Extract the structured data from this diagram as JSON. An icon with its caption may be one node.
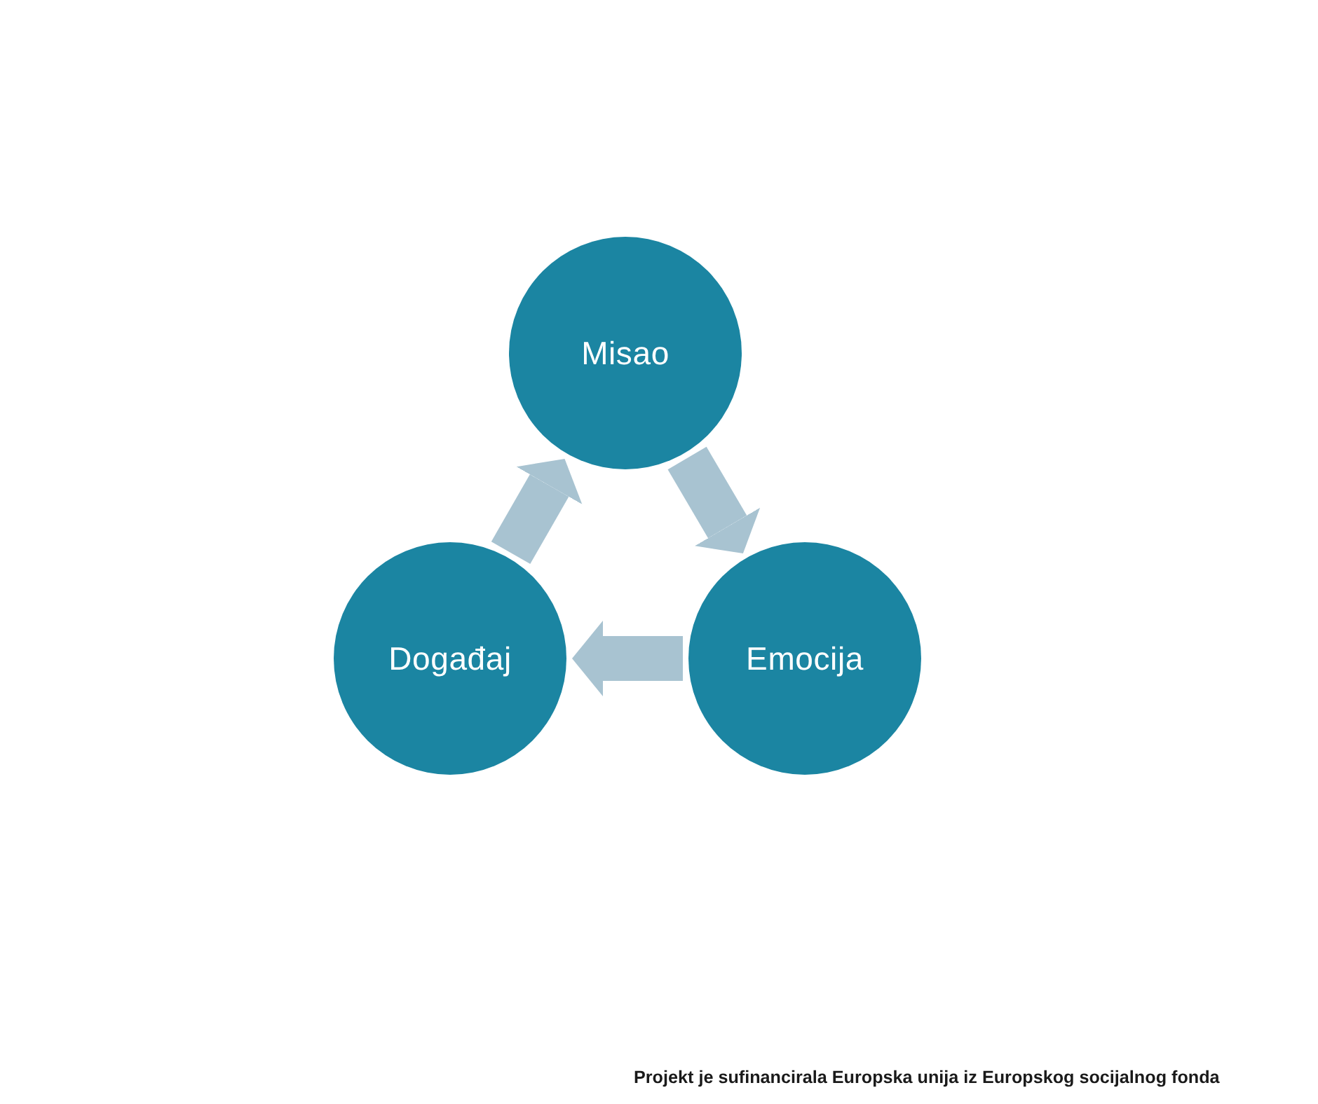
{
  "diagram": {
    "nodes": [
      {
        "text": [
          "Misao"
        ]
      },
      {
        "text": [
          "Emocija"
        ]
      },
      {
        "text": [
          "Događaj"
        ]
      }
    ],
    "edges": [
      {
        "from": 0,
        "to": 1,
        "arrow": "to"
      },
      {
        "from": 1,
        "to": 2,
        "arrow": "to"
      },
      {
        "from": 2,
        "to": 0,
        "arrow": "to"
      }
    ],
    "labels": [
      "Projekt je sufinancirala Europska unija iz Europskog socijalnog fonda"
    ]
  }
}
